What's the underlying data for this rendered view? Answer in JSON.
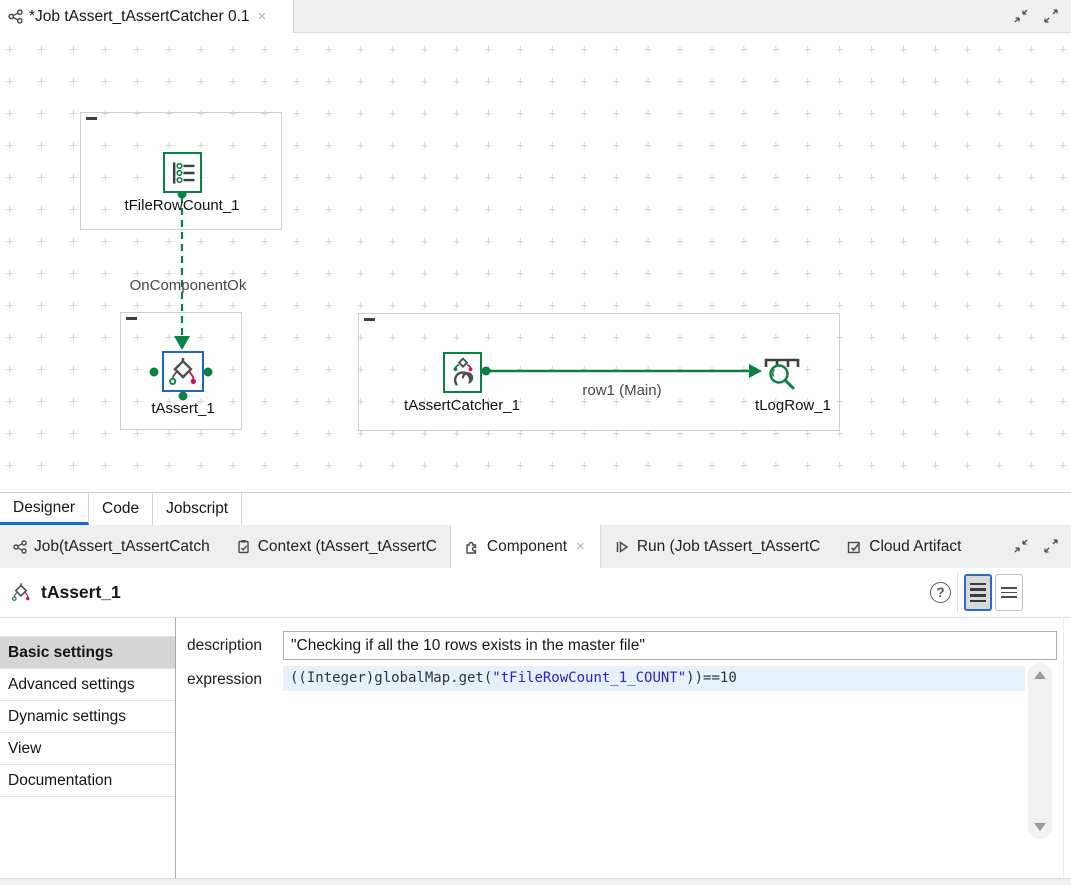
{
  "editor_tab": {
    "icon": "job-icon",
    "title": "*Job tAssert_tAssertCatcher 0.1",
    "close": "×"
  },
  "window_controls": {
    "minimize": "minimize-icon",
    "maximize": "maximize-icon"
  },
  "canvas": {
    "grid_symbol": "+",
    "components": [
      {
        "id": "tFileRowCount_1",
        "label": "tFileRowCount_1",
        "icon": "file-row-count-icon"
      },
      {
        "id": "tAssert_1",
        "label": "tAssert_1",
        "icon": "assert-icon",
        "selected": true
      },
      {
        "id": "tAssertCatcher_1",
        "label": "tAssertCatcher_1",
        "icon": "assert-catcher-icon"
      },
      {
        "id": "tLogRow_1",
        "label": "tLogRow_1",
        "icon": "log-row-icon"
      }
    ],
    "connections": [
      {
        "label": "OnComponentOk",
        "type": "trigger",
        "style": "dashed-green"
      },
      {
        "label": "row1 (Main)",
        "type": "row",
        "style": "solid-green"
      }
    ]
  },
  "view_tabs": [
    {
      "label": "Designer",
      "active": true
    },
    {
      "label": "Code",
      "active": false
    },
    {
      "label": "Jobscript",
      "active": false
    }
  ],
  "panel_tabs": [
    {
      "label": "Job(tAssert_tAssertCatch",
      "icon": "job-icon",
      "active": false
    },
    {
      "label": "Context (tAssert_tAssertC",
      "icon": "context-icon",
      "active": false
    },
    {
      "label": "Component",
      "icon": "component-icon",
      "active": true,
      "close": "×"
    },
    {
      "label": "Run (Job tAssert_tAssertC",
      "icon": "run-icon",
      "active": false
    },
    {
      "label": "Cloud Artifact",
      "icon": "cloud-artifact-icon",
      "active": false
    }
  ],
  "component_panel": {
    "title": "tAssert_1",
    "title_icon": "assert-icon",
    "help": "?",
    "nav": [
      {
        "label": "Basic settings",
        "selected": true
      },
      {
        "label": "Advanced settings",
        "selected": false
      },
      {
        "label": "Dynamic settings",
        "selected": false
      },
      {
        "label": "View",
        "selected": false
      },
      {
        "label": "Documentation",
        "selected": false
      }
    ],
    "fields": {
      "description": {
        "label": "description",
        "value": "\"Checking if all the 10 rows exists in the master file\""
      },
      "expression": {
        "label": "expression",
        "code_before": "((Integer)globalMap.get(",
        "code_string": "\"tFileRowCount_1_COUNT\"",
        "code_after": "))==10"
      }
    }
  },
  "colors": {
    "talend_green": "#0b8043",
    "selection_blue": "#1a66c9",
    "assert_pink": "#c2185b",
    "code_string_blue": "#2a22cc",
    "current_line_highlight": "#e7f1fc",
    "tab_active_underline": "#0f6bd2"
  }
}
